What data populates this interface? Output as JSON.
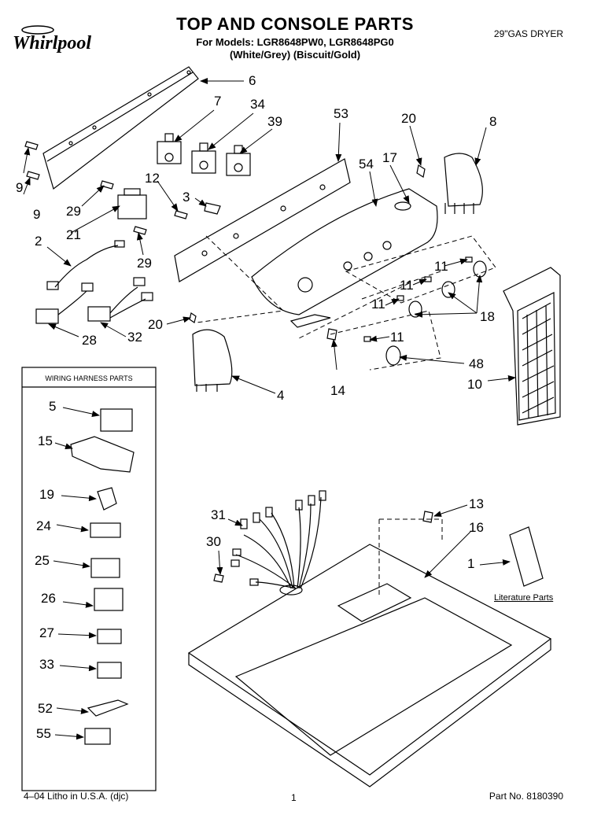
{
  "header": {
    "brand": "Whirlpool",
    "title": "TOP AND CONSOLE PARTS",
    "models_line": "For Models: LGR8648PW0, LGR8648PG0",
    "colors_line": "(White/Grey)  (Biscuit/Gold)",
    "dryer_type": "29\"GAS DRYER"
  },
  "callouts": [
    {
      "id": "c6",
      "label": "6"
    },
    {
      "id": "c7",
      "label": "7"
    },
    {
      "id": "c34",
      "label": "34"
    },
    {
      "id": "c39",
      "label": "39"
    },
    {
      "id": "c53",
      "label": "53"
    },
    {
      "id": "c20a",
      "label": "20"
    },
    {
      "id": "c8",
      "label": "8"
    },
    {
      "id": "c17",
      "label": "17"
    },
    {
      "id": "c54",
      "label": "54"
    },
    {
      "id": "c9a",
      "label": "9"
    },
    {
      "id": "c9b",
      "label": "9"
    },
    {
      "id": "c12",
      "label": "12"
    },
    {
      "id": "c3",
      "label": "3"
    },
    {
      "id": "c29a",
      "label": "29"
    },
    {
      "id": "c21",
      "label": "21"
    },
    {
      "id": "c29b",
      "label": "29"
    },
    {
      "id": "c2",
      "label": "2"
    },
    {
      "id": "c11a",
      "label": "11"
    },
    {
      "id": "c11b",
      "label": "11"
    },
    {
      "id": "c11c",
      "label": "11"
    },
    {
      "id": "c11d",
      "label": "11"
    },
    {
      "id": "c18",
      "label": "18"
    },
    {
      "id": "c20b",
      "label": "20"
    },
    {
      "id": "c28",
      "label": "28"
    },
    {
      "id": "c32",
      "label": "32"
    },
    {
      "id": "c48",
      "label": "48"
    },
    {
      "id": "c10",
      "label": "10"
    },
    {
      "id": "c4",
      "label": "4"
    },
    {
      "id": "c14",
      "label": "14"
    },
    {
      "id": "c13",
      "label": "13"
    },
    {
      "id": "c16",
      "label": "16"
    },
    {
      "id": "c31",
      "label": "31"
    },
    {
      "id": "c30",
      "label": "30"
    },
    {
      "id": "c1",
      "label": "1"
    }
  ],
  "wiring_panel": {
    "title": "WIRING HARNESS PARTS",
    "items": [
      {
        "label": "5"
      },
      {
        "label": "15"
      },
      {
        "label": "19"
      },
      {
        "label": "24"
      },
      {
        "label": "25"
      },
      {
        "label": "26"
      },
      {
        "label": "27"
      },
      {
        "label": "33"
      },
      {
        "label": "52"
      },
      {
        "label": "55"
      }
    ]
  },
  "literature_label": "Literature Parts",
  "footer": {
    "left": "4–04 Litho in U.S.A. (djc)",
    "center": "1",
    "right": "Part No. 8180390"
  }
}
